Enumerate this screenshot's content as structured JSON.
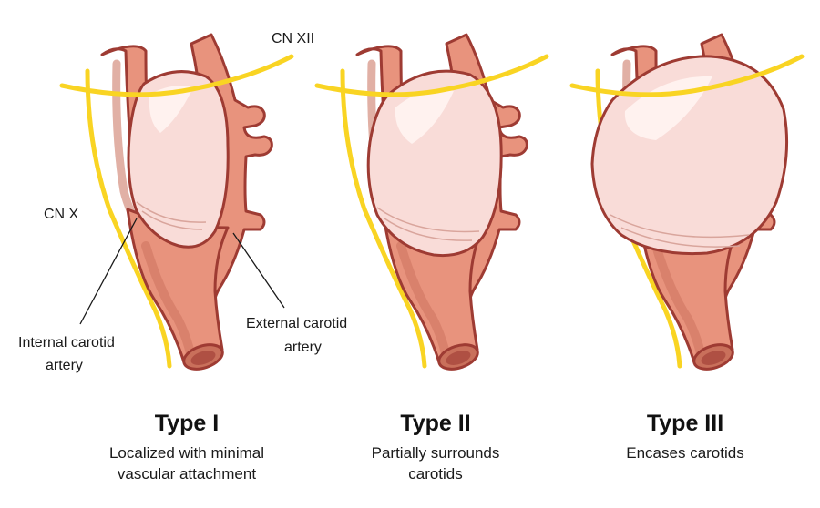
{
  "labels": {
    "cn_xii": "CN XII",
    "cn_x": "CN X",
    "internal_line1": "Internal carotid",
    "internal_line2": "artery",
    "external_line1": "External carotid",
    "external_line2": "artery"
  },
  "types": [
    {
      "title": "Type I",
      "desc_line1": "Localized with minimal",
      "desc_line2": "vascular attachment"
    },
    {
      "title": "Type II",
      "desc_line1": "Partially surrounds",
      "desc_line2": "carotids"
    },
    {
      "title": "Type III",
      "desc_line1": "Encases carotids",
      "desc_line2": ""
    }
  ],
  "colors": {
    "artery_fill": "#e8937d",
    "artery_shadow": "#c9705b",
    "artery_stroke": "#9e3b33",
    "tumor_fill": "#f9dcd8",
    "tumor_highlight": "#fff4f2",
    "nerve": "#f9d423"
  }
}
